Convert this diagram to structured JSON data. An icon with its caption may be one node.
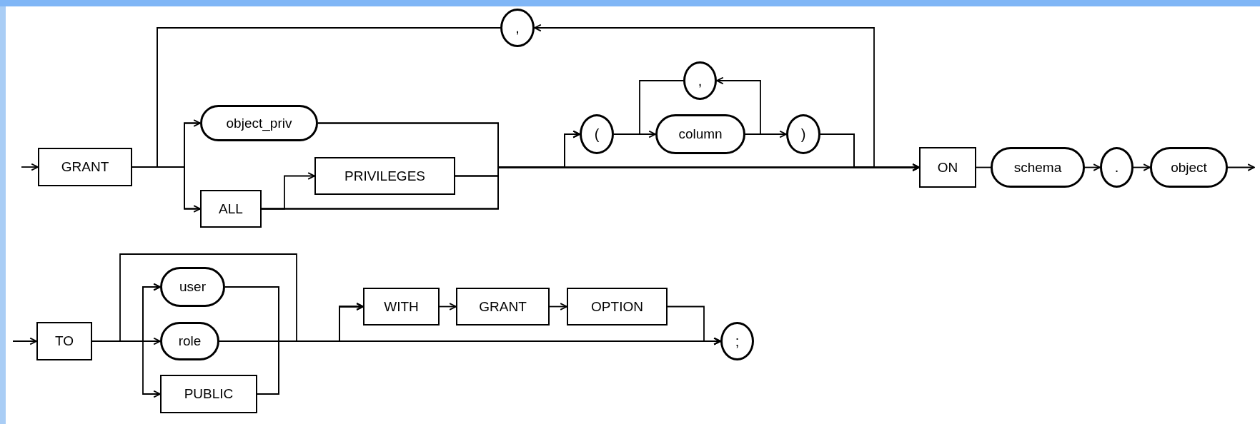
{
  "diagram": {
    "nodes": [
      {
        "text": [
          "GRANT"
        ]
      },
      {
        "text": [
          ","
        ]
      },
      {
        "text": [
          "object_priv"
        ]
      },
      {
        "text": [
          "ALL"
        ]
      },
      {
        "text": [
          "PRIVILEGES"
        ]
      },
      {
        "text": [
          "("
        ]
      },
      {
        "text": [
          "column"
        ]
      },
      {
        "text": [
          ","
        ]
      },
      {
        "text": [
          ")"
        ]
      },
      {
        "text": [
          "ON"
        ]
      },
      {
        "text": [
          "schema"
        ]
      },
      {
        "text": [
          "."
        ]
      },
      {
        "text": [
          "object"
        ]
      },
      {
        "text": [
          "TO"
        ]
      },
      {
        "text": [
          "user"
        ]
      },
      {
        "text": [
          "role"
        ]
      },
      {
        "text": [
          "PUBLIC"
        ]
      },
      {
        "text": [
          "WITH"
        ]
      },
      {
        "text": [
          "GRANT"
        ]
      },
      {
        "text": [
          "OPTION"
        ]
      },
      {
        "text": [
          ";"
        ]
      }
    ],
    "edges": [
      {
        "from": null,
        "to": 0,
        "arrow": "to"
      },
      {
        "from": 0,
        "to": 2,
        "arrow": "to"
      },
      {
        "from": 0,
        "to": 3,
        "arrow": "to"
      },
      {
        "from": 3,
        "to": 4,
        "arrow": "to"
      },
      {
        "from": 2,
        "to": 5,
        "arrow": "to"
      },
      {
        "from": 3,
        "to": 5,
        "arrow": "to"
      },
      {
        "from": 4,
        "to": 5,
        "arrow": "to"
      },
      {
        "from": 5,
        "to": 6,
        "arrow": "to"
      },
      {
        "from": 6,
        "to": 8,
        "arrow": "to"
      },
      {
        "from": 6,
        "to": 7,
        "arrow": "to"
      },
      {
        "from": 7,
        "to": 6,
        "arrow": "none"
      },
      {
        "from": 8,
        "to": 9,
        "arrow": "to"
      },
      {
        "from": 2,
        "to": 9,
        "arrow": "to"
      },
      {
        "from": 3,
        "to": 9,
        "arrow": "to"
      },
      {
        "from": 4,
        "to": 9,
        "arrow": "to"
      },
      {
        "from": 8,
        "to": 1,
        "arrow": "to"
      },
      {
        "from": 1,
        "to": 2,
        "arrow": "none"
      },
      {
        "from": 1,
        "to": 3,
        "arrow": "none"
      },
      {
        "from": 9,
        "to": 10,
        "arrow": "none"
      },
      {
        "from": 10,
        "to": 11,
        "arrow": "to"
      },
      {
        "from": 11,
        "to": 12,
        "arrow": "to"
      },
      {
        "from": 12,
        "to": null,
        "arrow": "to"
      },
      {
        "from": null,
        "to": 13,
        "arrow": "to"
      },
      {
        "from": 13,
        "to": 14,
        "arrow": "to"
      },
      {
        "from": 13,
        "to": 15,
        "arrow": "to"
      },
      {
        "from": 13,
        "to": 16,
        "arrow": "to"
      },
      {
        "from": 15,
        "to": 14,
        "arrow": "to"
      },
      {
        "from": 14,
        "to": 17,
        "arrow": "to"
      },
      {
        "from": 15,
        "to": 17,
        "arrow": "to"
      },
      {
        "from": 16,
        "to": 17,
        "arrow": "to"
      },
      {
        "from": 17,
        "to": 18,
        "arrow": "to"
      },
      {
        "from": 18,
        "to": 19,
        "arrow": "to"
      },
      {
        "from": 19,
        "to": 20,
        "arrow": "to"
      },
      {
        "from": 14,
        "to": 20,
        "arrow": "to"
      },
      {
        "from": 15,
        "to": 20,
        "arrow": "to"
      },
      {
        "from": 16,
        "to": 20,
        "arrow": "to"
      }
    ]
  }
}
